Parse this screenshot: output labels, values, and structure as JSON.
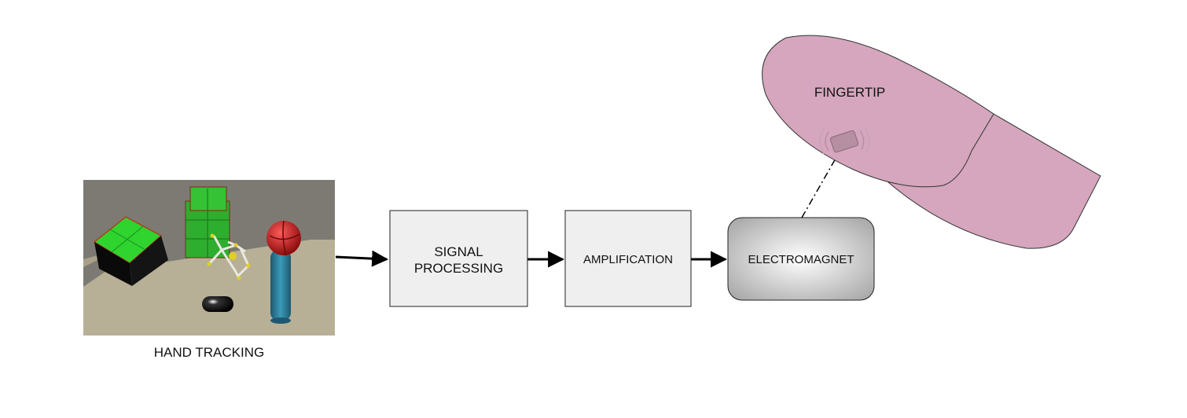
{
  "diagram": {
    "hand_tracking_label": "HAND TRACKING",
    "blocks": {
      "signal_processing": [
        "SIGNAL",
        "PROCESSING"
      ],
      "amplification": "AMPLIFICATION",
      "electromagnet": "ELECTROMAGNET"
    },
    "fingertip_label": "FINGERTIP"
  },
  "colors": {
    "block_fill": "#efefef",
    "block_stroke": "#222222",
    "finger_fill": "#d5a6bd",
    "finger_stroke": "#333333",
    "scene_wall": "#7d7a74",
    "scene_table": "#b7b096",
    "cube_green": "#3ee03e",
    "sphere_red": "#cc2222",
    "cylinder_blue": "#2b7a93"
  }
}
